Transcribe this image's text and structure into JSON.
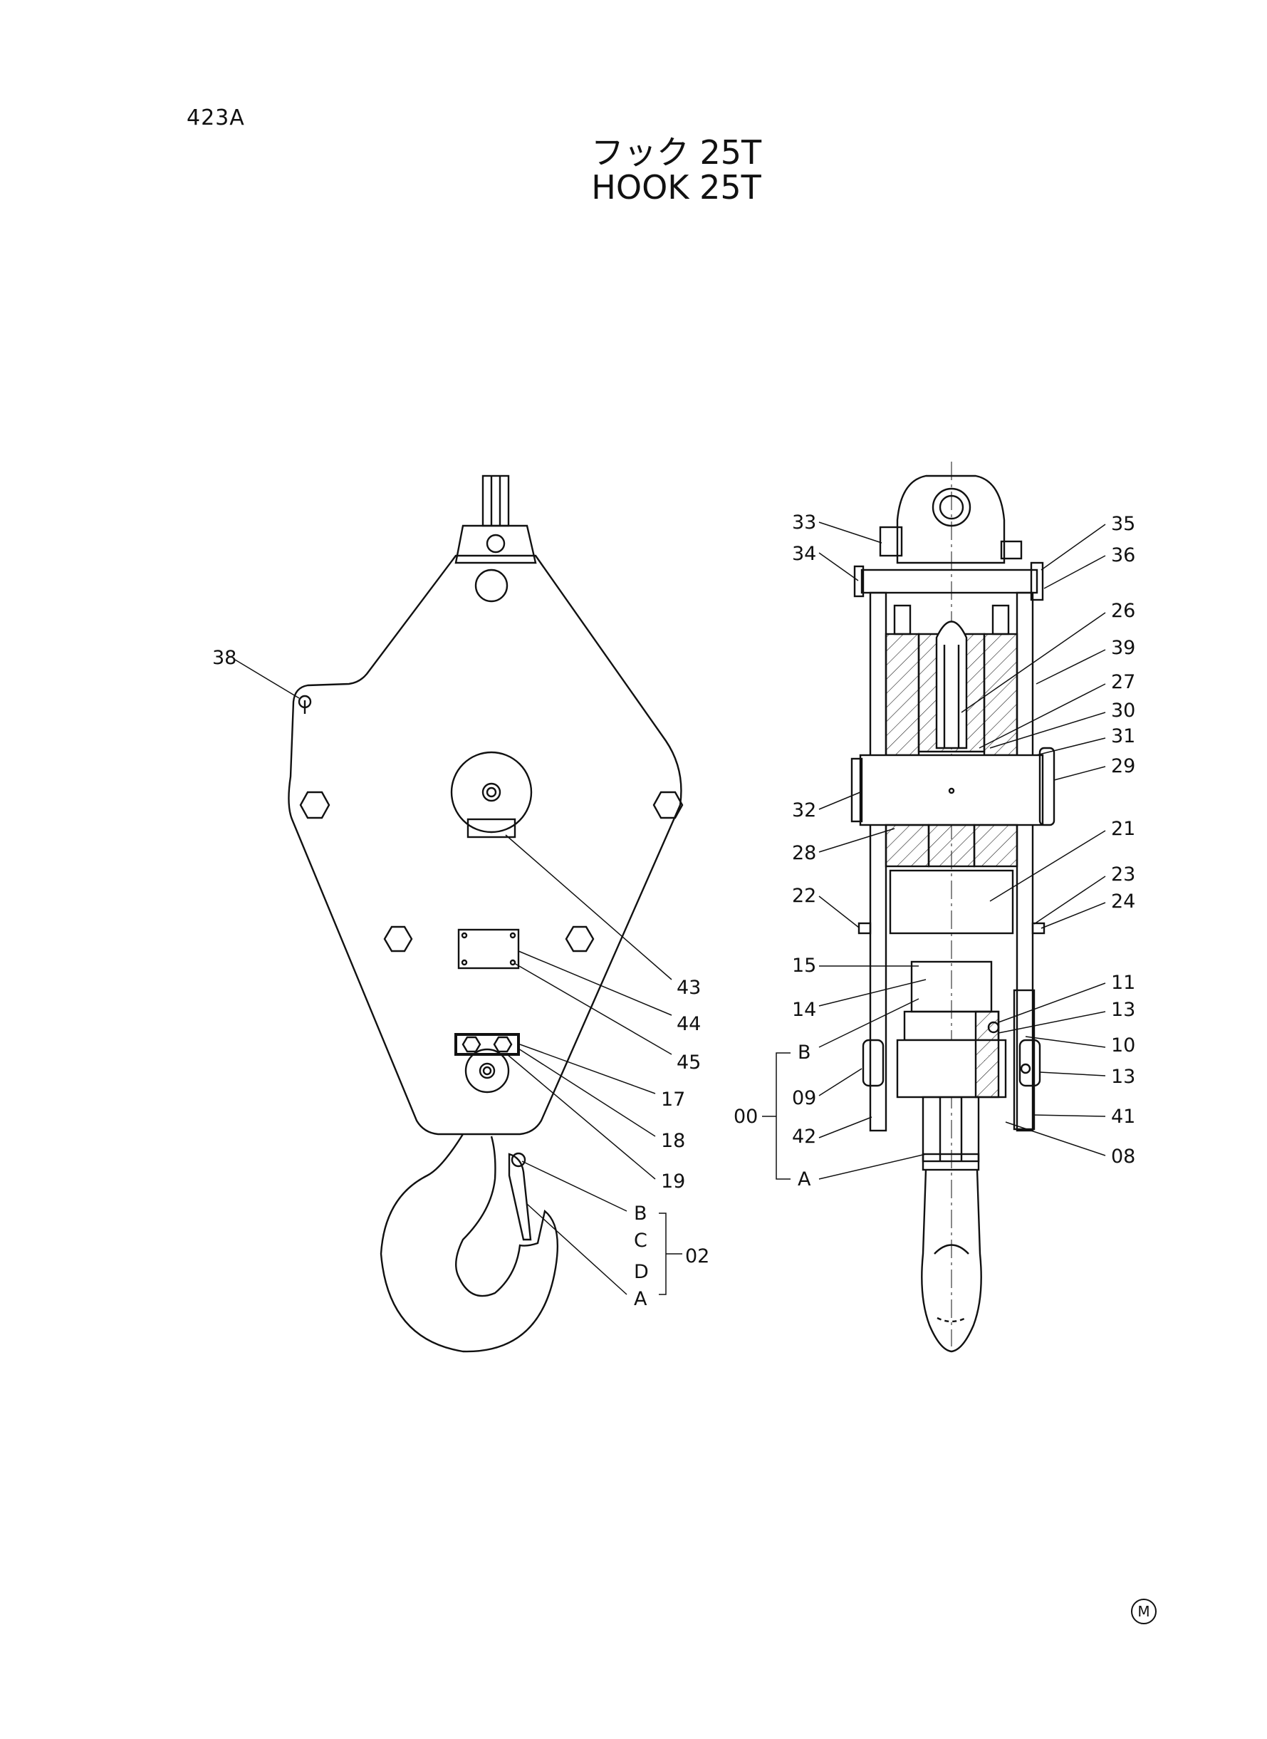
{
  "page_code": "423A",
  "title_ja": "フック 25T",
  "title_en": "HOOK 25T",
  "mark": "M",
  "callouts": [
    {
      "id": "38"
    },
    {
      "id": "43"
    },
    {
      "id": "44"
    },
    {
      "id": "45"
    },
    {
      "id": "17"
    },
    {
      "id": "18"
    },
    {
      "id": "19"
    },
    {
      "id": "B"
    },
    {
      "id": "C"
    },
    {
      "id": "D"
    },
    {
      "id": "A"
    },
    {
      "id": "02"
    },
    {
      "id": "33"
    },
    {
      "id": "34"
    },
    {
      "id": "35"
    },
    {
      "id": "36"
    },
    {
      "id": "26"
    },
    {
      "id": "39"
    },
    {
      "id": "27"
    },
    {
      "id": "30"
    },
    {
      "id": "31"
    },
    {
      "id": "29"
    },
    {
      "id": "32"
    },
    {
      "id": "28"
    },
    {
      "id": "21"
    },
    {
      "id": "23"
    },
    {
      "id": "24"
    },
    {
      "id": "22"
    },
    {
      "id": "15"
    },
    {
      "id": "14"
    },
    {
      "id": "11"
    },
    {
      "id": "13"
    },
    {
      "id": "B"
    },
    {
      "id": "10"
    },
    {
      "id": "13"
    },
    {
      "id": "09"
    },
    {
      "id": "00"
    },
    {
      "id": "41"
    },
    {
      "id": "42"
    },
    {
      "id": "08"
    },
    {
      "id": "A"
    }
  ]
}
